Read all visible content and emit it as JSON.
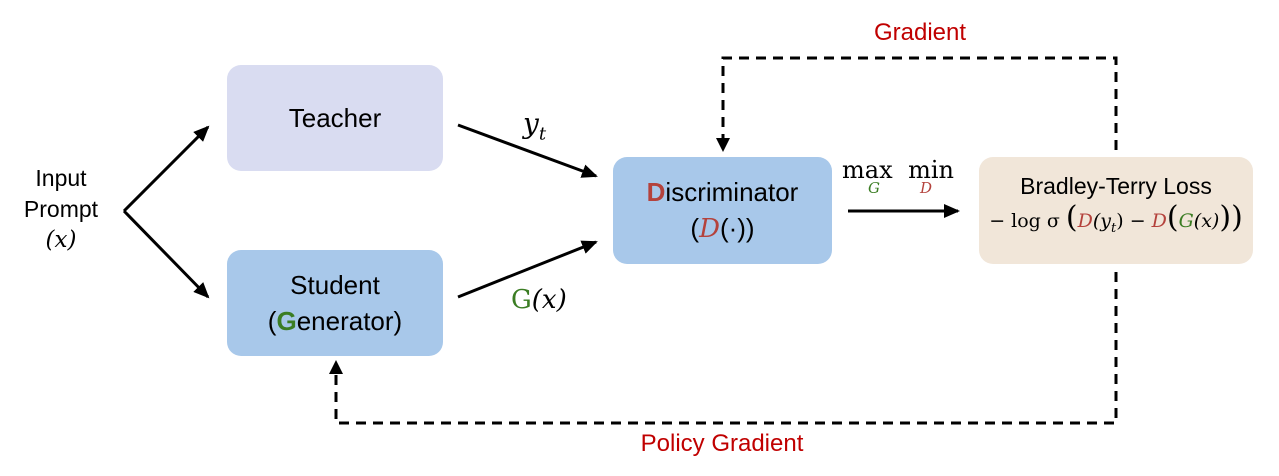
{
  "input": {
    "line1": "Input",
    "line2": "Prompt",
    "line3": "(𝑥)"
  },
  "teacher": {
    "label": "Teacher"
  },
  "student": {
    "line1": "Student",
    "line2_open": "(",
    "line2_letter": "G",
    "line2_rest": "enerator)"
  },
  "discriminator": {
    "letter": "D",
    "rest": "iscriminator",
    "paren_open": "(",
    "symbol": "D",
    "arg": "(·)",
    "paren_close": ")"
  },
  "edges": {
    "teacher_output": "y",
    "teacher_output_sub": "t",
    "student_output_g": "G",
    "student_output_arg": "(x)"
  },
  "objective": {
    "max": "max",
    "min": "min",
    "max_sub": "G",
    "min_sub": "D"
  },
  "loss": {
    "title": "Bradley-Terry Loss",
    "prefix": "− log σ ",
    "open": "(",
    "d1": "D",
    "d1_arg": "(y",
    "d1_sub": "t",
    "d1_close": ")",
    "minus": " − ",
    "d2": "D",
    "d2_open": "(",
    "g": "G",
    "g_arg": "(x)",
    "d2_close": ")",
    "close": ")"
  },
  "feedback": {
    "gradient": "Gradient",
    "policy_gradient": "Policy Gradient"
  },
  "colors": {
    "discriminator_red": "#b4423c",
    "generator_green": "#3b7d23",
    "feedback_red": "#c00000",
    "teacher_fill": "#d9dcf1",
    "model_fill": "#a8c8ea",
    "loss_fill": "#f1e6d9"
  }
}
